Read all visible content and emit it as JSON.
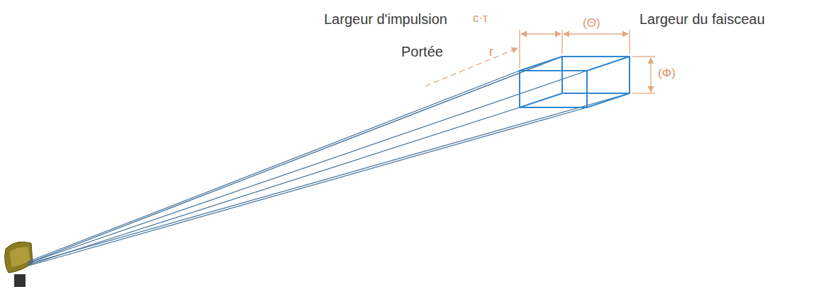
{
  "diagram": {
    "labels": [
      "Largeur d'impulsion",
      "c·τ",
      "(Θ)",
      "Largeur du faisceau",
      "Portée",
      "r",
      "(Φ)"
    ]
  }
}
